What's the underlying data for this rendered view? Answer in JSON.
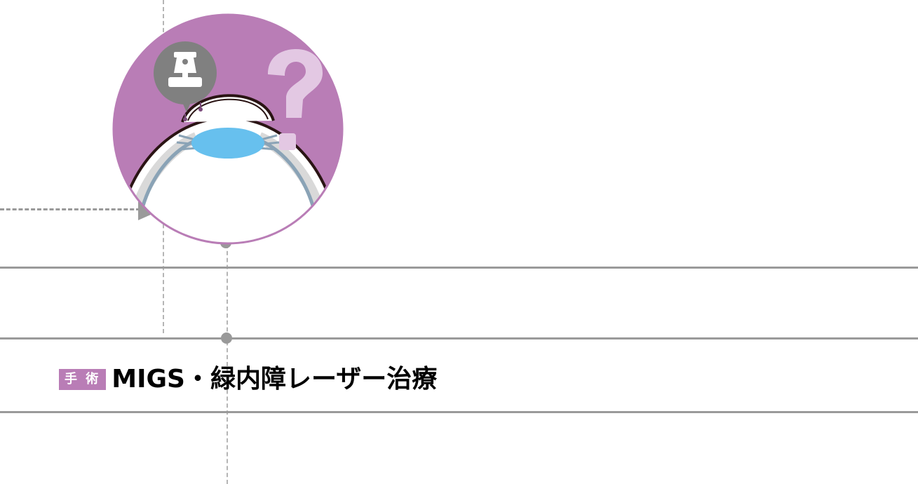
{
  "treatment": {
    "badge": "手 術",
    "title": "MIGS・緑内障レーザー治療"
  },
  "icons": {
    "illustration": "eye-cross-section",
    "device": "implant-device-icon",
    "question": "question-mark-icon"
  },
  "colors": {
    "circle": "#b97db6",
    "lens": "#67c0ee",
    "question": "#e3c8e3",
    "badge": "#b97db6",
    "line": "#9a9a9a"
  }
}
